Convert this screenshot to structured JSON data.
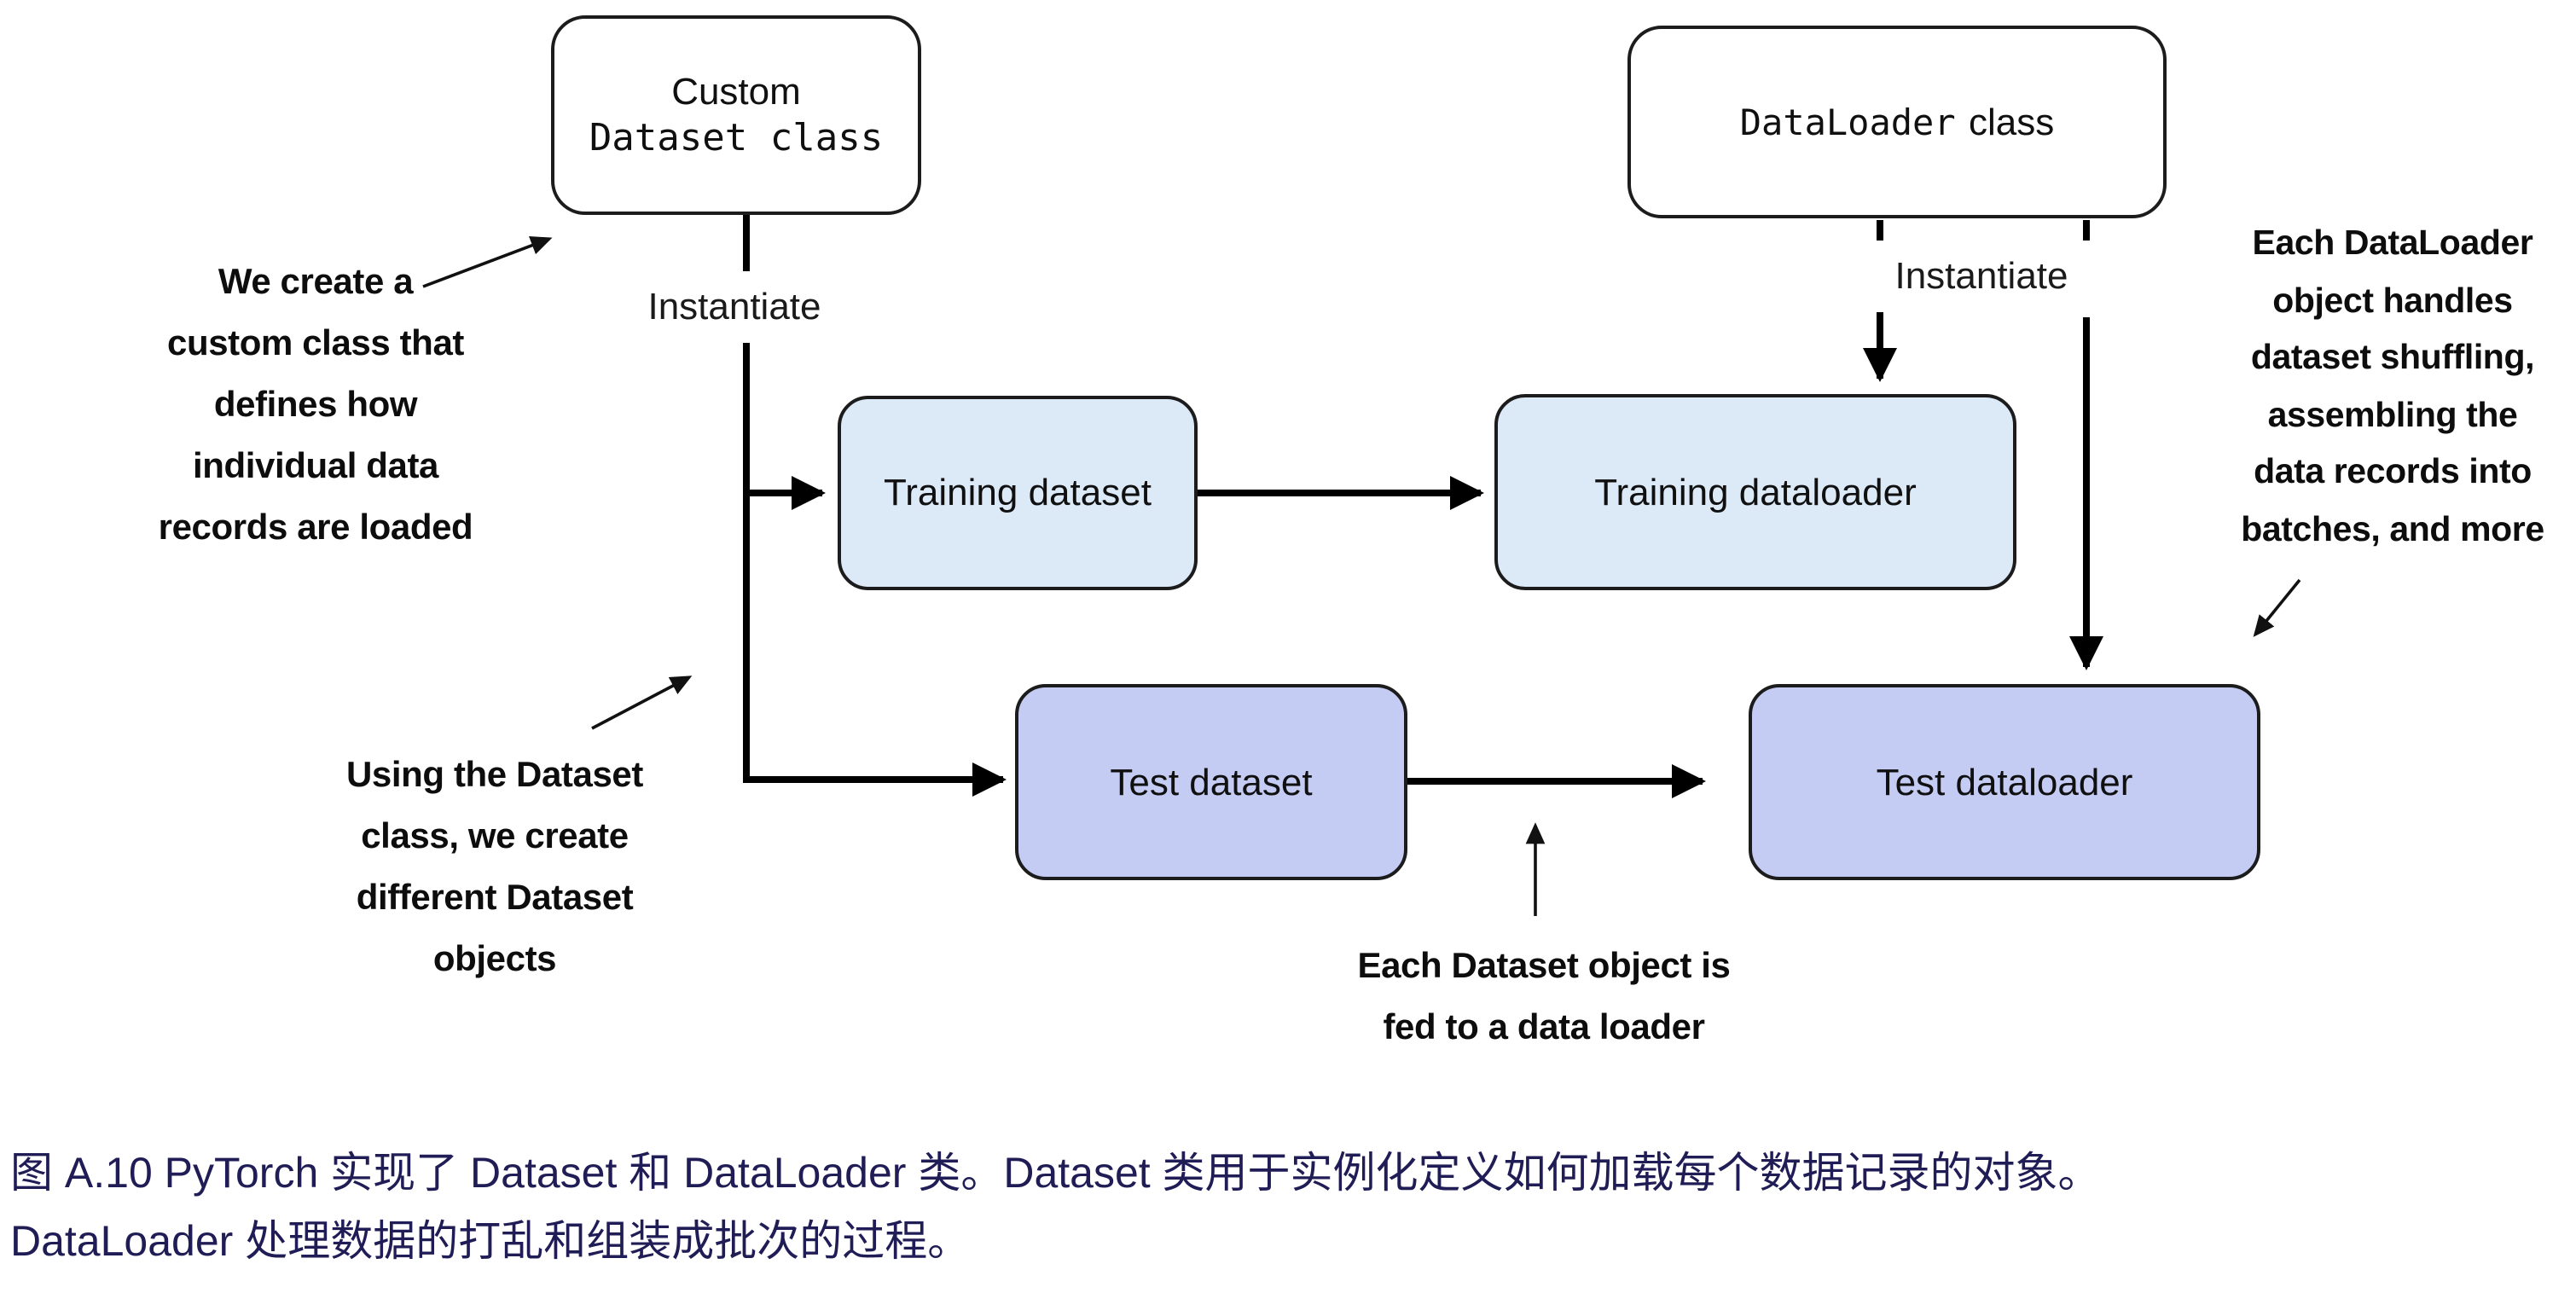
{
  "figure": {
    "boxes": {
      "custom_dataset_class": {
        "line1": "Custom",
        "line2": "Dataset class"
      },
      "dataloader_class": {
        "code": "DataLoader",
        "suffix": "class"
      },
      "training_dataset": {
        "label": "Training dataset"
      },
      "training_dataloader": {
        "label": "Training dataloader"
      },
      "test_dataset": {
        "label": "Test dataset"
      },
      "test_dataloader": {
        "label": "Test dataloader"
      }
    },
    "edge_labels": {
      "instantiate_left": "Instantiate",
      "instantiate_right": "Instantiate"
    },
    "annotations": {
      "custom_class": {
        "lines": [
          "We create a",
          "custom class that",
          "defines how",
          "individual data",
          "records are loaded"
        ]
      },
      "dataset_objects": {
        "lines": [
          "Using the Dataset",
          "class, we create",
          "different Dataset",
          "objects"
        ]
      },
      "fed_to_loader": {
        "lines": [
          "Each Dataset object is",
          "fed to a data loader"
        ]
      },
      "dataloader_duties": {
        "lines": [
          "Each DataLoader",
          "object handles",
          "dataset shuffling,",
          "assembling the",
          "data records into",
          "batches, and more"
        ]
      }
    },
    "colors": {
      "box_border": "#1c1c1c",
      "training_fill": "#dce9f7",
      "test_fill": "#c4ccf3",
      "caption_text": "#201d56",
      "arrow": "#000000"
    }
  },
  "caption": {
    "line1": "图 A.10 PyTorch 实现了 Dataset 和 DataLoader 类。Dataset 类用于实例化定义如何加载每个数据记录的对象。",
    "line2": "DataLoader 处理数据的打乱和组装成批次的过程。"
  }
}
